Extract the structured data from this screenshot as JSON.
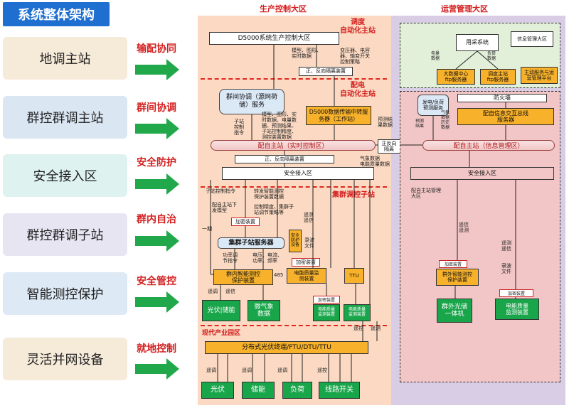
{
  "header": {
    "title": "系统整体架构"
  },
  "left_levels": [
    {
      "label": "地调主站",
      "action": "输配协同"
    },
    {
      "label": "群控群调主站",
      "action": "群间协调"
    },
    {
      "label": "安全接入区",
      "action": "安全防护"
    },
    {
      "label": "群控群调子站",
      "action": "群内自治"
    },
    {
      "label": "智能测控保护",
      "action": "安全管控"
    },
    {
      "label": "灵活并网设备",
      "action": "就地控制"
    }
  ],
  "zones": {
    "production": "生产控制大区",
    "operation": "运营管理大区",
    "dispatch_station": "调度\n自动化主站",
    "distribution_station": "配电\n自动化主站",
    "cluster_substation": "集群调控子站",
    "modern_park": "现代产业园区"
  },
  "production": {
    "d5000": "D5000系统生产控制大区",
    "model_data": "模型、图形、\n实时数据",
    "substation_data": "变压器、电容\n器、输变开关\n控制策略",
    "isolation_top": "正、反向隔离装置",
    "group_coord": "群间协调（源网荷\n储）服务",
    "d5000_relay": "D5000数据传输中转服\n务器（工作站）",
    "substation_cmd": "子站\n控制\n指令",
    "model_list": "模型、图形、实\n时数据、电量数\n据、预测结果、\n子站控制精度、\n测控装置数据",
    "forecast": "预测结\n果数据",
    "pipe_main": "配自主站（实时控制区）",
    "fwd_isolation": "正反向\n隔离",
    "weather": "气象数据\n电能质量数据",
    "isolation_mid": "正、反向隔离装置",
    "secure_access": "安全接入区",
    "substation_cmd2": "子站控制指令",
    "fwd_data": "转发智能测控\n保护装置数据",
    "sub_model": "配自主站下\n发模型",
    "ctrl_accuracy": "控制精度、集群子\n站调节策略等",
    "encrypt1": "加密装置",
    "diff_data": "遥测\n遥信",
    "cluster_server": "集群子站服务器",
    "sec_device": "安全\n防护\n设备",
    "wave": "录波\n文件",
    "power_cmd": "功率调\n节指令",
    "vi_freq": "电压、电流、\n功率、频率",
    "one_period": "一期",
    "encrypt2": "加密装置",
    "pq_dev_label": "电能质量监\n测装置",
    "intelligent": "群内智能测控\n保护装置",
    "num485": "485",
    "ttu": "TTU",
    "pv_storage": "光伏|储能",
    "weather_data": "微气象\n数据",
    "encrypt3": "加密装置",
    "pq_dev2": "电能质量\n监测装置",
    "telecmd1": "遥调",
    "telecmd2": "遥信",
    "terminal": "分布式光伏终端/FTU/DTU/TTU",
    "remote_ctrl": "遥控",
    "remote_meas": "遥测",
    "leaf": [
      "光伏",
      "储能",
      "负荷",
      "线路开关"
    ]
  },
  "operation": {
    "info_mgmt": "信息管理大区",
    "collect": "用采系统",
    "electric": "电量\n数据",
    "load": "负荷\n数据",
    "bigdata": "大数据中心\nftp服务器",
    "dispatch_ftp": "调度主站\nftp服务器",
    "platform": "主动服务与运\n营管理平台",
    "firewall": "防火墙",
    "forecast_srv": "发电/负荷\n预测服务",
    "forecast_lbl": "预测\n结果",
    "weather_hist": "气象\n数据\n历史\n数据",
    "info_relay": "配自信息交互总线\n服务器",
    "pipe_info": "配自主站（信息管理区）",
    "secure_access": "安全接入区",
    "mgmt_zone": "配自主站管理\n大区",
    "tele": "遥信\n遥测",
    "encrypt": "加密装置",
    "outer_dev": "群外智能测控\n保护装置",
    "tele2": "遥测\n遥信",
    "wave": "录波\n文件",
    "encrypt2": "加密装置",
    "pv_storage": "群外光储\n一体机",
    "pq": "电能质量\n监测装置"
  }
}
